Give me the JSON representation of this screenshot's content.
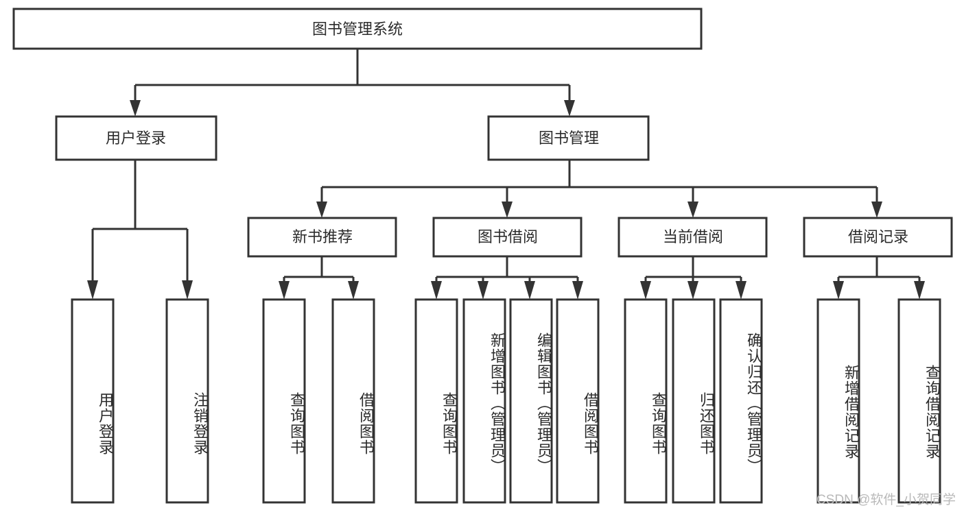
{
  "diagram": {
    "title": "图书管理系统",
    "type": "hierarchy-tree",
    "root": {
      "id": "root",
      "label": "图书管理系统",
      "orientation": "horizontal"
    },
    "level2": [
      {
        "id": "user-login",
        "label": "用户登录",
        "orientation": "horizontal"
      },
      {
        "id": "book-manage",
        "label": "图书管理",
        "orientation": "horizontal"
      }
    ],
    "level3": [
      {
        "id": "new-book-recommend",
        "label": "新书推荐",
        "orientation": "horizontal",
        "parent": "book-manage"
      },
      {
        "id": "book-borrow",
        "label": "图书借阅",
        "orientation": "horizontal",
        "parent": "book-manage"
      },
      {
        "id": "current-borrow",
        "label": "当前借阅",
        "orientation": "horizontal",
        "parent": "book-manage"
      },
      {
        "id": "borrow-record",
        "label": "借阅记录",
        "orientation": "horizontal",
        "parent": "book-manage"
      }
    ],
    "leaves": [
      {
        "id": "leaf-user-login",
        "label": "用户登录",
        "orientation": "vertical",
        "parent": "user-login"
      },
      {
        "id": "leaf-user-logout",
        "label": "注销登录",
        "orientation": "vertical",
        "parent": "user-login"
      },
      {
        "id": "leaf-query-book-1",
        "label": "查询图书",
        "orientation": "vertical",
        "parent": "new-book-recommend"
      },
      {
        "id": "leaf-borrow-book-1",
        "label": "借阅图书",
        "orientation": "vertical",
        "parent": "new-book-recommend"
      },
      {
        "id": "leaf-query-book-2",
        "label": "查询图书",
        "orientation": "vertical",
        "parent": "book-borrow"
      },
      {
        "id": "leaf-add-book",
        "label": "新增图书（管理员）",
        "orientation": "vertical",
        "parent": "book-borrow"
      },
      {
        "id": "leaf-edit-book",
        "label": "编辑图书（管理员）",
        "orientation": "vertical",
        "parent": "book-borrow"
      },
      {
        "id": "leaf-borrow-book-2",
        "label": "借阅图书",
        "orientation": "vertical",
        "parent": "book-borrow"
      },
      {
        "id": "leaf-query-book-3",
        "label": "查询图书",
        "orientation": "vertical",
        "parent": "current-borrow"
      },
      {
        "id": "leaf-return-book",
        "label": "归还图书",
        "orientation": "vertical",
        "parent": "current-borrow"
      },
      {
        "id": "leaf-confirm-return",
        "label": "确认归还（管理员）",
        "orientation": "vertical",
        "parent": "current-borrow"
      },
      {
        "id": "leaf-add-record",
        "label": "新增借阅记录",
        "orientation": "vertical",
        "parent": "borrow-record"
      },
      {
        "id": "leaf-query-record",
        "label": "查询借阅记录",
        "orientation": "vertical",
        "parent": "borrow-record"
      }
    ],
    "colors": {
      "box_stroke": "#333333",
      "box_fill": "#ffffff",
      "text": "#2b2b2b",
      "connector": "#333333",
      "background": "#ffffff",
      "watermark": "#b9b9b9"
    }
  },
  "watermark": {
    "text": "CSDN @软件_小贺同学"
  }
}
